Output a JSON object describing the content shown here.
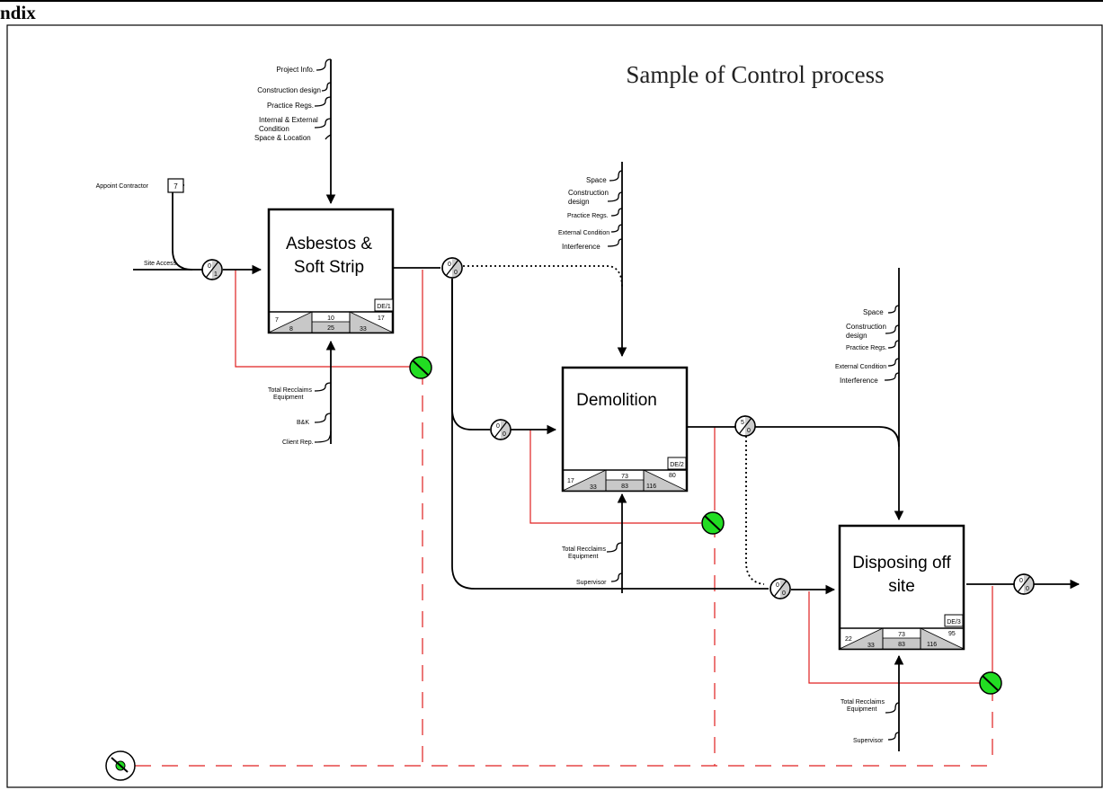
{
  "page": {
    "header_text": "ndix",
    "title": "Sample of Control process"
  },
  "colors": {
    "red_line": "#e02020",
    "sensor_green": "#22dd22",
    "node_gray": "#cccccc",
    "box_gray": "#c8c8c8"
  },
  "processes": {
    "asbestos": {
      "name_line1": "Asbestos &",
      "name_line2": "Soft Strip",
      "code": "DE/1",
      "left_top": "7",
      "left_bottom": "8",
      "mid_top": "10",
      "mid_bottom": "25",
      "right_top": "17",
      "right_bottom": "33",
      "controls": [
        "Project Info.",
        "Construction design",
        "Practice Regs.",
        "Internal & External",
        "Condition",
        "Space & Location"
      ],
      "mechanisms": [
        "Total Recclaims",
        "Equipment",
        "B&K",
        "Client Rep."
      ],
      "input_label": "Site Access",
      "contractor_label": "Appoint Contractor",
      "contractor_box": "7"
    },
    "demolition": {
      "name_line1": "Demolition",
      "code": "DE/2",
      "left_top": "17",
      "left_bottom": "33",
      "mid_top": "73",
      "mid_bottom": "83",
      "right_top": "80",
      "right_bottom": "116",
      "controls": [
        "Space",
        "Construction",
        "design",
        "Practice Regs.",
        "External Condition",
        "Interference"
      ],
      "mechanisms": [
        "Total Recclaims",
        "Equipment",
        "Supervisor"
      ]
    },
    "disposing": {
      "name_line1": "Disposing off",
      "name_line2": "site",
      "code": "DE/3",
      "left_top": "22",
      "left_bottom": "33",
      "mid_top": "73",
      "mid_bottom": "83",
      "right_top": "95",
      "right_bottom": "116",
      "controls": [
        "Space",
        "Construction",
        "design",
        "Practice Regs.",
        "External Condition",
        "Interference"
      ],
      "mechanisms": [
        "Total Recclaims",
        "Equipment",
        "Supervisor"
      ]
    }
  },
  "nodes": {
    "n1": {
      "top": "0",
      "bottom": "1"
    },
    "n2": {
      "top": "0",
      "bottom": "0"
    },
    "n3": {
      "top": "0",
      "bottom": "0"
    },
    "n4": {
      "top": "5",
      "bottom": "0"
    },
    "n5": {
      "top": "0",
      "bottom": "0"
    },
    "n6": {
      "top": "0",
      "bottom": "0"
    }
  }
}
